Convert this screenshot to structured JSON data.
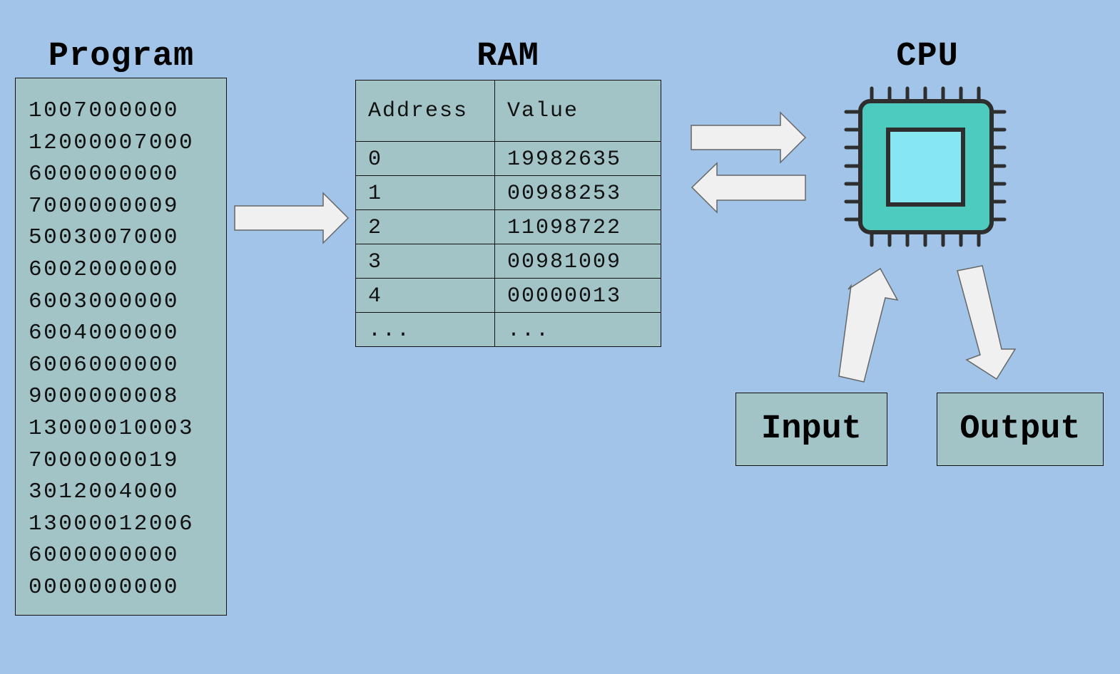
{
  "program": {
    "title": "Program",
    "lines": [
      "1007000000",
      "12000007000",
      "6000000000",
      "7000000009",
      "5003007000",
      "6002000000",
      "6003000000",
      "6004000000",
      "6006000000",
      "9000000008",
      "13000010003",
      "7000000019",
      "3012004000",
      "13000012006",
      "6000000000",
      "0000000000"
    ]
  },
  "ram": {
    "title": "RAM",
    "headers": [
      "Address",
      "Value"
    ],
    "rows": [
      [
        "0",
        "19982635"
      ],
      [
        "1",
        "00988253"
      ],
      [
        "2",
        "11098722"
      ],
      [
        "3",
        "00981009"
      ],
      [
        "4",
        "00000013"
      ],
      [
        "...",
        "..."
      ]
    ]
  },
  "cpu": {
    "title": "CPU",
    "icon": "cpu-chip-icon"
  },
  "io": {
    "input_label": "Input",
    "output_label": "Output"
  },
  "colors": {
    "background": "#a1c4e8",
    "box_fill": "#a3c4c6",
    "chip_body": "#4ecbbf",
    "chip_core": "#86e6f2",
    "arrow_fill": "#f0f0f0"
  }
}
